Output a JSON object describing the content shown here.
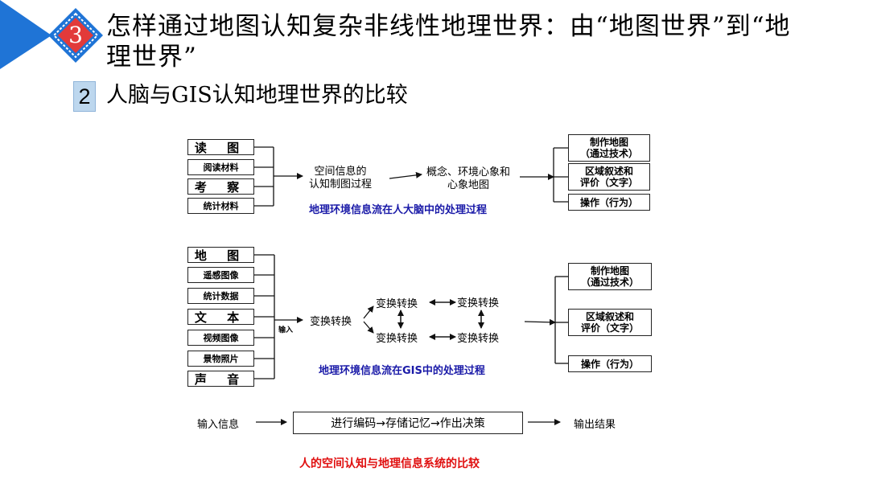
{
  "slide": {
    "section_number": "3",
    "title": "怎样通过地图认知复杂非线性地理世界：由“地图世界”到“地理世界”",
    "sub_number": "2",
    "subtitle": "人脑与GIS认知地理世界的比较"
  },
  "colors": {
    "accent_blue": "#1f74d6",
    "caption_blue": "#1a1aa8",
    "caption_red": "#e01010"
  },
  "diagram1": {
    "inputs": [
      "读 图",
      "阅读材料",
      "考 察",
      "统计材料"
    ],
    "step1": "空间信息的\n认知制图过程",
    "step2": "概念、环境心象和\n心象地图",
    "outputs": [
      "制作地图\n（通过技术）",
      "区域叙述和\n评价（文字）",
      "操作（行为）"
    ],
    "caption": "地理环境信息流在人大脑中的处理过程"
  },
  "diagram2": {
    "inputs": [
      "地 图",
      "遥感图像",
      "统计数据",
      "文 本",
      "视频图像",
      "景物照片",
      "声 音"
    ],
    "input_label": "输入",
    "transform_start": "变换转换",
    "transforms": [
      "变换转换",
      "变换转换",
      "变换转换",
      "变换转换"
    ],
    "outputs": [
      "制作地图\n（通过技术）",
      "区域叙述和\n评价（文字）",
      "操作（行为）"
    ],
    "caption": "地理环境信息流在GIS中的处理过程"
  },
  "diagram3": {
    "input": "输入信息",
    "process": "进行编码→存储记忆→作出决策",
    "output": "输出结果",
    "caption": "人的空间认知与地理信息系统的比较"
  }
}
